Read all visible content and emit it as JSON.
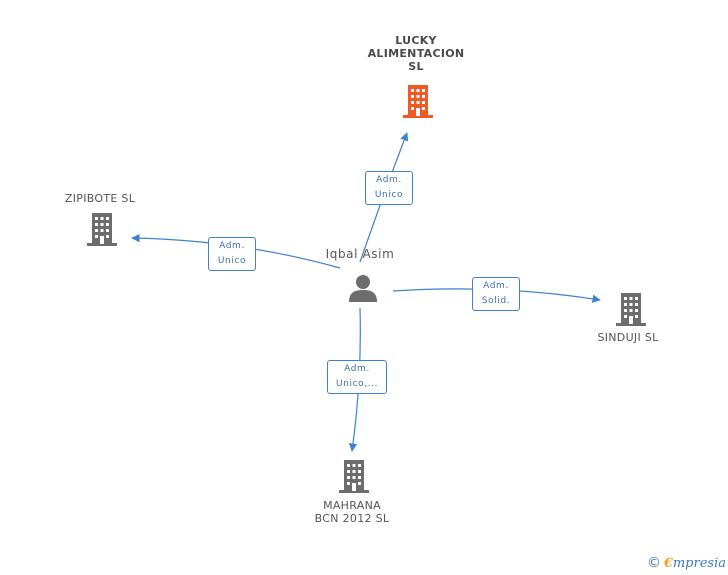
{
  "colors": {
    "edge": "#3f82cc",
    "company_icon": "#6d6d6d",
    "main_company_icon": "#f05a24",
    "person_icon": "#6d6d6d"
  },
  "center": {
    "name": "Iqbal Asim",
    "icon": "person-icon"
  },
  "companies": [
    {
      "id": "lucky",
      "name_lines": [
        "LUCKY",
        "ALIMENTACION",
        "SL"
      ],
      "main": true,
      "icon": "building-icon"
    },
    {
      "id": "zipibote",
      "name_lines": [
        "ZIPIBOTE SL"
      ],
      "main": false,
      "icon": "building-icon"
    },
    {
      "id": "sinduji",
      "name_lines": [
        "SINDUJI SL"
      ],
      "main": false,
      "icon": "building-icon"
    },
    {
      "id": "mahrana",
      "name_lines": [
        "MAHRANA",
        "BCN 2012 SL"
      ],
      "main": false,
      "icon": "building-icon"
    }
  ],
  "relations": [
    {
      "target": "lucky",
      "role_lines": [
        "Adm.",
        "Unico"
      ]
    },
    {
      "target": "zipibote",
      "role_lines": [
        "Adm.",
        "Unico"
      ]
    },
    {
      "target": "sinduji",
      "role_lines": [
        "Adm.",
        "Solid."
      ]
    },
    {
      "target": "mahrana",
      "role_lines": [
        "Adm.",
        "Unico,..."
      ]
    }
  ],
  "footer": {
    "copyright": "©",
    "brand_initial": "€",
    "brand_rest": "mpresia"
  }
}
